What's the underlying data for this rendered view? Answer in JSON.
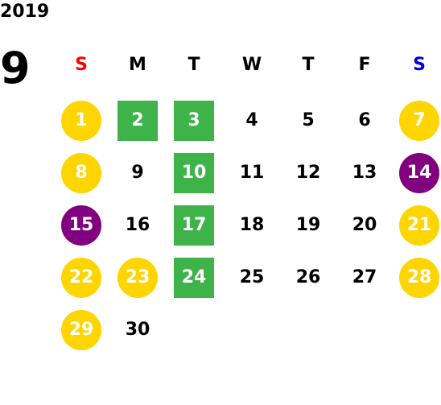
{
  "year": "2019",
  "month": "9",
  "weekdays": [
    "S",
    "M",
    "T",
    "W",
    "T",
    "F",
    "S"
  ],
  "colors": {
    "holiday": "#ffd500",
    "event": "#800080",
    "green": "#3db34a",
    "sunday": "#ff0000",
    "saturday": "#0000dd"
  },
  "weeks": [
    [
      {
        "d": "1",
        "s": "holiday"
      },
      {
        "d": "2",
        "s": "green"
      },
      {
        "d": "3",
        "s": "green"
      },
      {
        "d": "4",
        "s": "normal"
      },
      {
        "d": "5",
        "s": "normal"
      },
      {
        "d": "6",
        "s": "normal"
      },
      {
        "d": "7",
        "s": "holiday"
      }
    ],
    [
      {
        "d": "8",
        "s": "holiday"
      },
      {
        "d": "9",
        "s": "normal"
      },
      {
        "d": "10",
        "s": "green"
      },
      {
        "d": "11",
        "s": "normal"
      },
      {
        "d": "12",
        "s": "normal"
      },
      {
        "d": "13",
        "s": "normal"
      },
      {
        "d": "14",
        "s": "event"
      }
    ],
    [
      {
        "d": "15",
        "s": "event"
      },
      {
        "d": "16",
        "s": "normal"
      },
      {
        "d": "17",
        "s": "green"
      },
      {
        "d": "18",
        "s": "normal"
      },
      {
        "d": "19",
        "s": "normal"
      },
      {
        "d": "20",
        "s": "normal"
      },
      {
        "d": "21",
        "s": "holiday"
      }
    ],
    [
      {
        "d": "22",
        "s": "holiday"
      },
      {
        "d": "23",
        "s": "holiday"
      },
      {
        "d": "24",
        "s": "green"
      },
      {
        "d": "25",
        "s": "normal"
      },
      {
        "d": "26",
        "s": "normal"
      },
      {
        "d": "27",
        "s": "normal"
      },
      {
        "d": "28",
        "s": "holiday"
      }
    ],
    [
      {
        "d": "29",
        "s": "holiday"
      },
      {
        "d": "30",
        "s": "normal"
      }
    ]
  ]
}
